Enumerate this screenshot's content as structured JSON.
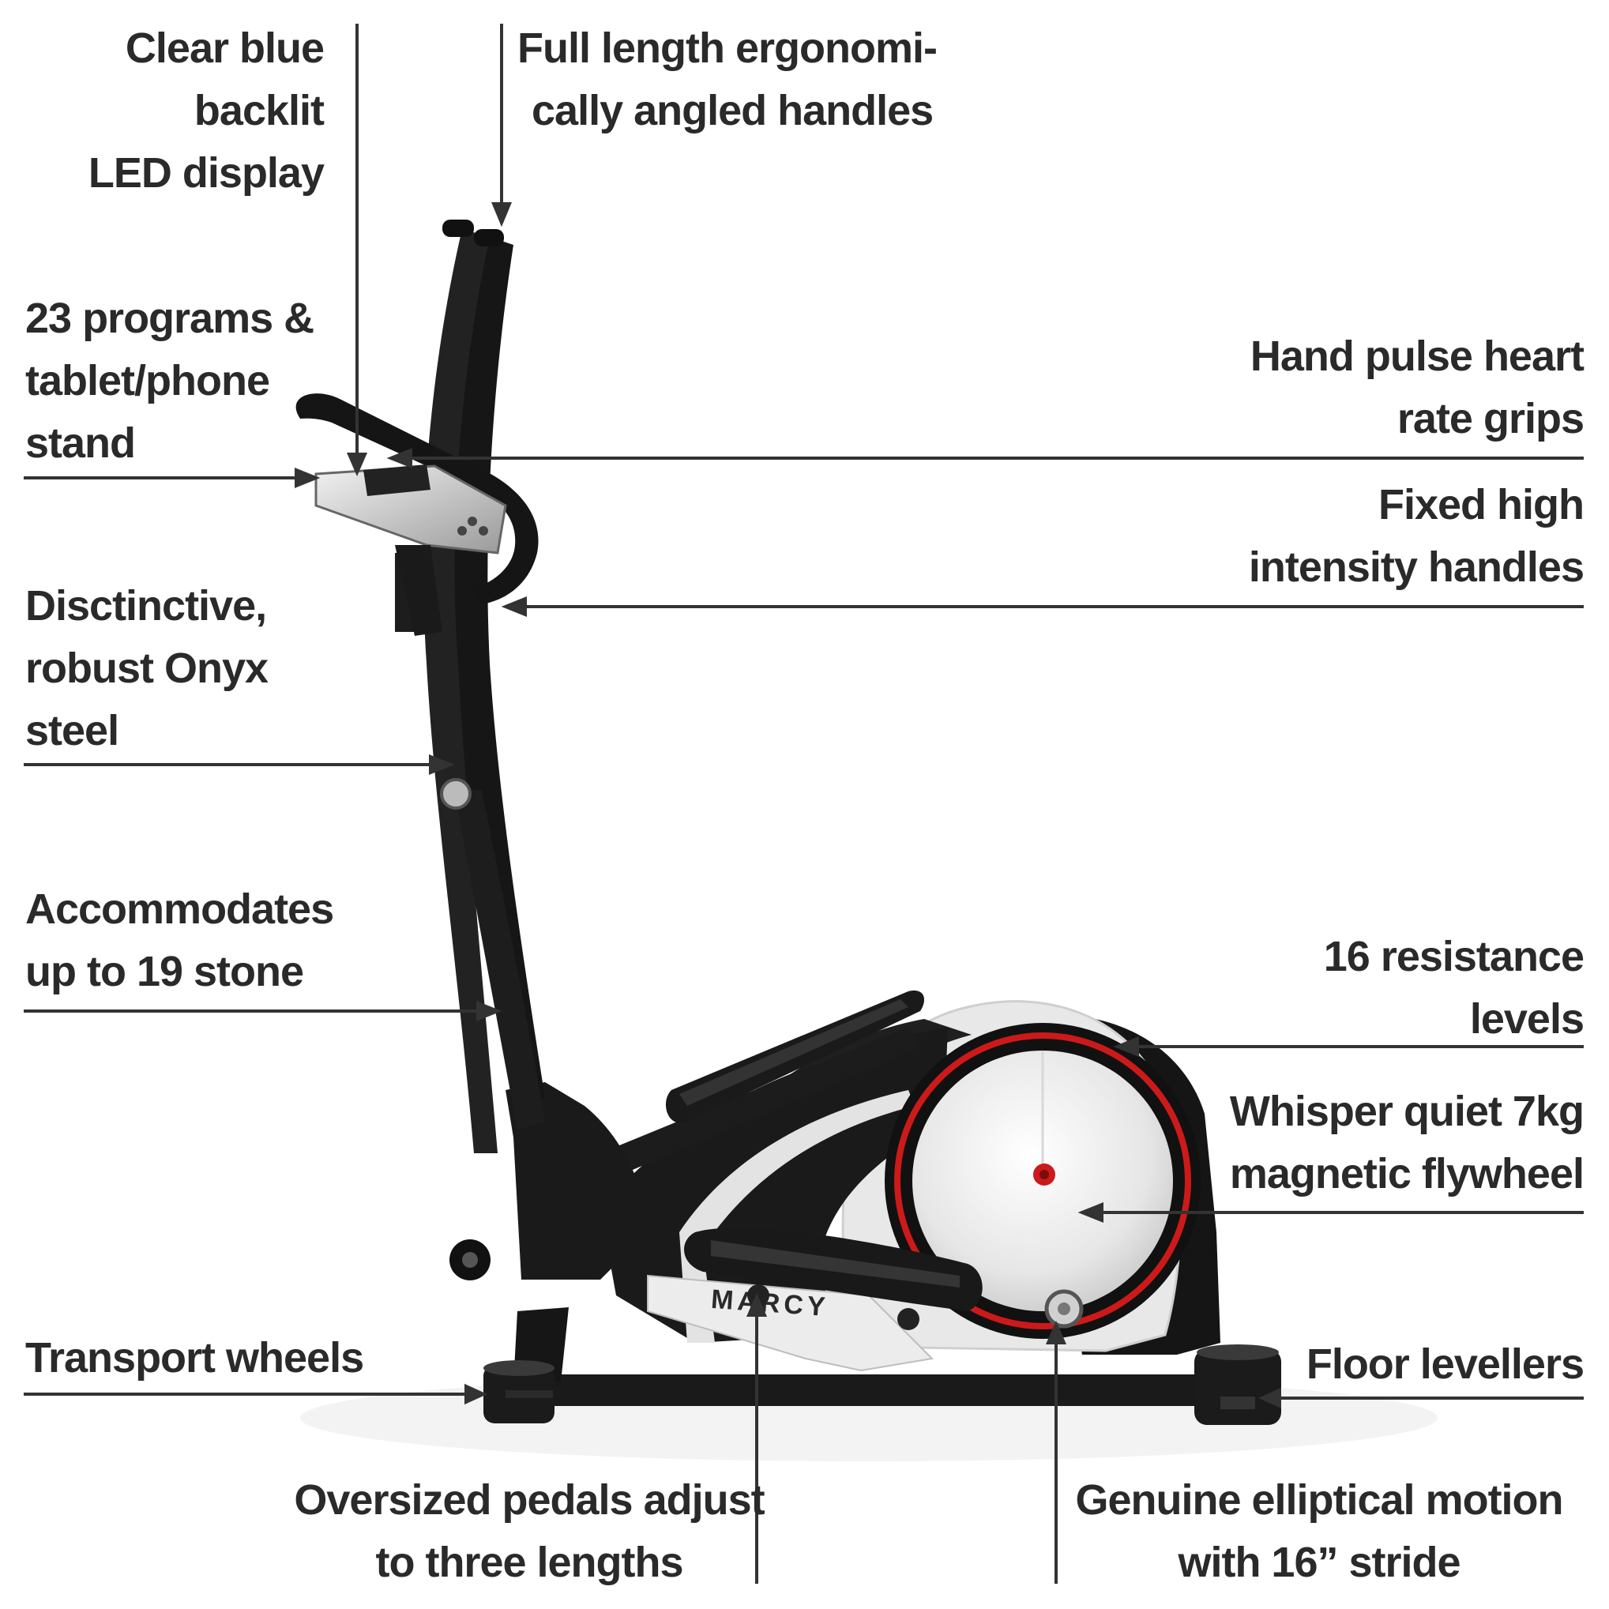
{
  "colors": {
    "text": "#2a2a2a",
    "leader_line": "#333333",
    "frame": "#141414",
    "shroud": "#e9e9e9",
    "accent": "#cc1a1a",
    "floor_shadow": "#f4f4f4"
  },
  "product": {
    "brand": "MARCY"
  },
  "callouts": {
    "led_display": {
      "lines": [
        "Clear blue",
        "backlit",
        "LED display"
      ]
    },
    "handles": {
      "lines": [
        "Full length ergonomi-",
        "cally angled handles"
      ]
    },
    "programs": {
      "lines": [
        "23 programs &",
        "tablet/phone",
        "stand"
      ]
    },
    "pulse_grips": {
      "lines": [
        "Hand pulse heart",
        "rate grips"
      ]
    },
    "fixed_handles": {
      "lines": [
        "Fixed high",
        "intensity handles"
      ]
    },
    "onyx_steel": {
      "lines": [
        "Disctinctive,",
        "robust Onyx",
        "steel"
      ]
    },
    "capacity": {
      "lines": [
        "Accommodates",
        "up to 19 stone"
      ]
    },
    "resistance": {
      "lines": [
        "16 resistance",
        "levels"
      ]
    },
    "flywheel": {
      "lines": [
        "Whisper quiet 7kg",
        "magnetic flywheel"
      ]
    },
    "transport_wheels": {
      "lines": [
        "Transport wheels"
      ]
    },
    "floor_levellers": {
      "lines": [
        "Floor levellers"
      ]
    },
    "pedals": {
      "lines": [
        "Oversized pedals adjust",
        "to three lengths"
      ]
    },
    "stride": {
      "lines": [
        "Genuine elliptical motion",
        "with 16” stride"
      ]
    }
  }
}
